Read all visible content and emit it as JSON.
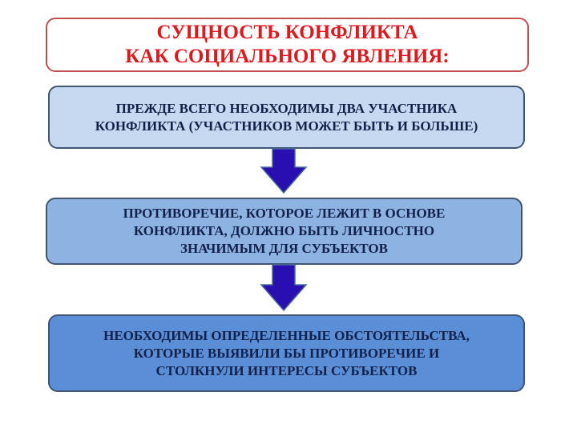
{
  "title": {
    "line1": "СУЩНОСТЬ КОНФЛИКТА",
    "line2": "КАК СОЦИАЛЬНОГО ЯВЛЕНИЯ:"
  },
  "steps": [
    {
      "lines": [
        "ПРЕЖДЕ ВСЕГО НЕОБХОДИМЫ ДВА УЧАСТНИКА",
        "КОНФЛИКТА (УЧАСТНИКОВ МОЖЕТ БЫТЬ И БОЛЬШЕ)"
      ]
    },
    {
      "lines": [
        "ПРОТИВОРЕЧИЕ, КОТОРОЕ ЛЕЖИТ В ОСНОВЕ",
        "КОНФЛИКТА, ДОЛЖНО БЫТЬ ЛИЧНОСТНО",
        "ЗНАЧИМЫМ ДЛЯ СУБЪЕКТОВ"
      ]
    },
    {
      "lines": [
        "НЕОБХОДИМЫ ОПРЕДЕЛЕННЫЕ ОБСТОЯТЕЛЬСТВА,",
        "КОТОРЫЕ ВЫЯВИЛИ БЫ ПРОТИВОРЕЧИЕ И",
        "СТОЛКНУЛИ ИНТЕРЕСЫ СУБЪЕКТОВ"
      ]
    }
  ],
  "colors": {
    "title_text": "#e3161b",
    "arrow": "#2a0fb0",
    "text": "#13214a"
  }
}
